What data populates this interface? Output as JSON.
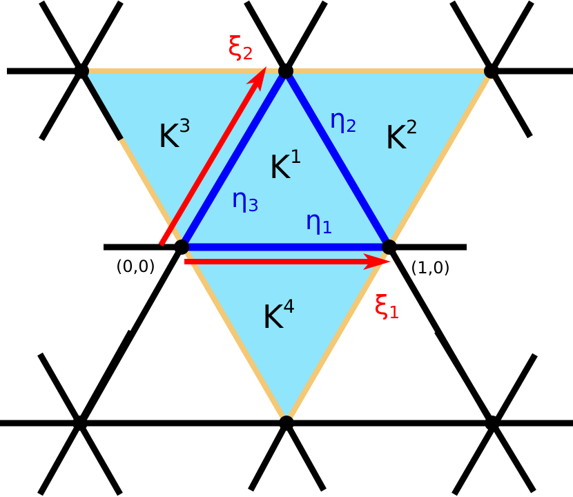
{
  "colors": {
    "fill": "#8FE5FC",
    "outer_edge": "#F4C874",
    "lattice": "#000000",
    "reference_edges": "#0000FF",
    "vectors": "#FF0000"
  },
  "elements": {
    "k1": {
      "base": "K",
      "sup": "1"
    },
    "k2": {
      "base": "K",
      "sup": "2"
    },
    "k3": {
      "base": "K",
      "sup": "3"
    },
    "k4": {
      "base": "K",
      "sup": "4"
    }
  },
  "edges": {
    "eta1": {
      "base": "η",
      "sub": "1"
    },
    "eta2": {
      "base": "η",
      "sub": "2"
    },
    "eta3": {
      "base": "η",
      "sub": "3"
    }
  },
  "vectors": {
    "xi1": {
      "base": "ξ",
      "sub": "1"
    },
    "xi2": {
      "base": "ξ",
      "sub": "2"
    }
  },
  "coordinates": {
    "origin": "(0,0)",
    "unit_x": "(1,0)"
  }
}
